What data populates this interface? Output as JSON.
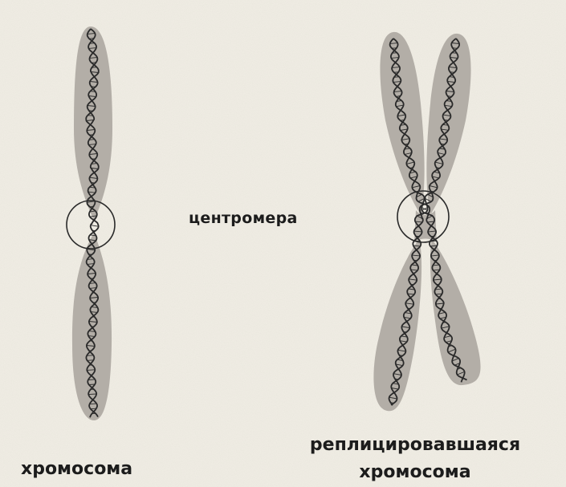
{
  "labels": {
    "centromere": "центромера",
    "chromosome": "хромосома",
    "replicated_line1": "реплицировавшаяся",
    "replicated_line2": "хромосома"
  },
  "colors": {
    "background": "#f1eee5",
    "chromatid_fill": "#b3aea7",
    "dna_stroke": "#2a2a2a",
    "centromere_circle": "#2a2a2a"
  }
}
